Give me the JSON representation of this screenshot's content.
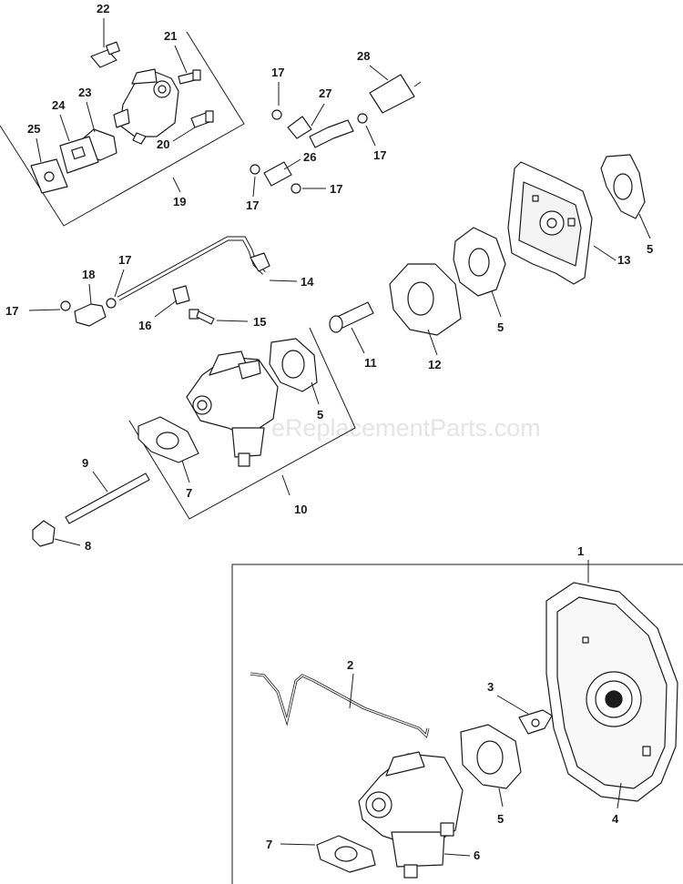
{
  "watermark": "eReplacementParts.com",
  "callouts": [
    "1",
    "2",
    "3",
    "4",
    "5",
    "6",
    "7",
    "8",
    "9",
    "10",
    "11",
    "12",
    "13",
    "14",
    "15",
    "16",
    "17",
    "18",
    "19",
    "20",
    "21",
    "22",
    "23",
    "24",
    "25",
    "26",
    "27",
    "28"
  ]
}
